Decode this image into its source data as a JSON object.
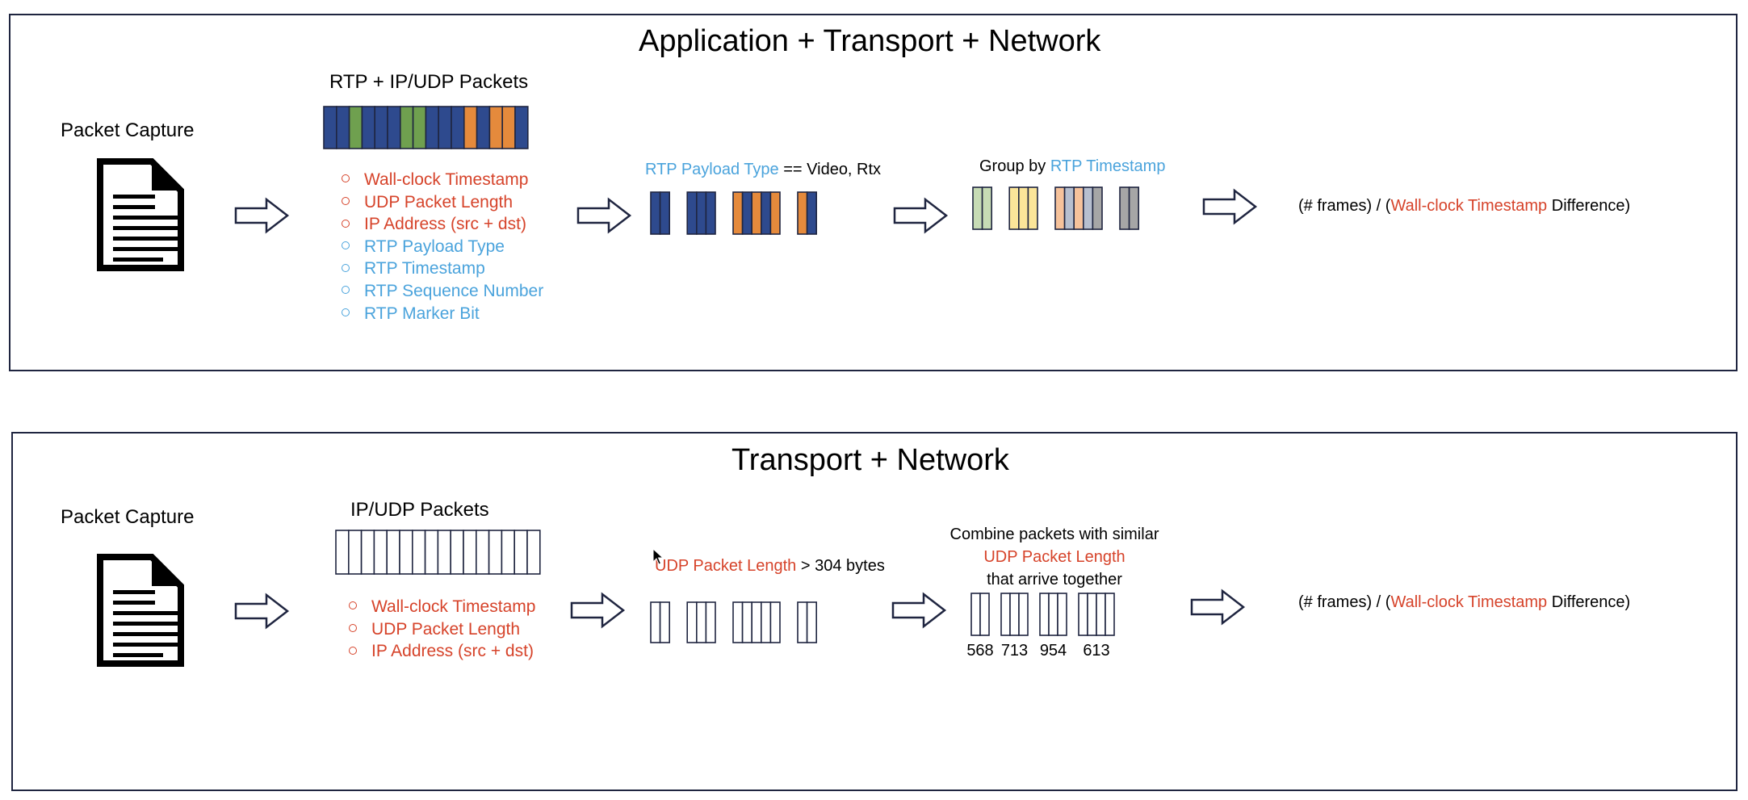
{
  "colors": {
    "border": "#1f2540",
    "red": "#d6432a",
    "blue": "#4aa3dc",
    "dark_blue": "#2e4a8e",
    "green": "#6fa04f",
    "orange": "#e58a3c",
    "light_green": "#c7dcb5",
    "light_yellow": "#fbe599",
    "light_orange": "#f6c29b",
    "light_blue_gray": "#b7bfcf",
    "gray": "#a6a6a6"
  },
  "panel1": {
    "title": "Application + Transport + Network",
    "capture_label": "Packet Capture",
    "packets_label": "RTP + IP/UDP Packets",
    "packet_strip_colors": [
      "dark_blue",
      "dark_blue",
      "green",
      "dark_blue",
      "dark_blue",
      "dark_blue",
      "green",
      "green",
      "dark_blue",
      "dark_blue",
      "dark_blue",
      "orange",
      "dark_blue",
      "orange",
      "orange",
      "dark_blue"
    ],
    "fields": [
      {
        "text": "Wall-clock Timestamp",
        "color": "red"
      },
      {
        "text": "UDP Packet Length",
        "color": "red"
      },
      {
        "text": "IP Address (src + dst)",
        "color": "red"
      },
      {
        "text": "RTP Payload Type",
        "color": "blue"
      },
      {
        "text": "RTP Timestamp",
        "color": "blue"
      },
      {
        "text": "RTP Sequence Number",
        "color": "blue"
      },
      {
        "text": "RTP Marker Bit",
        "color": "blue"
      }
    ],
    "filter": {
      "highlight": "RTP Payload Type",
      "rest": " == Video, Rtx"
    },
    "filter_groups": [
      [
        "dark_blue",
        "dark_blue"
      ],
      [
        "dark_blue",
        "dark_blue",
        "dark_blue"
      ],
      [
        "orange",
        "dark_blue",
        "orange",
        "dark_blue",
        "orange"
      ],
      [
        "orange",
        "dark_blue"
      ]
    ],
    "group_label": {
      "prefix": "Group by ",
      "highlight": "RTP Timestamp"
    },
    "grouped": [
      [
        "light_green",
        "light_green"
      ],
      [
        "light_yellow",
        "light_yellow",
        "light_yellow"
      ],
      [
        "light_orange",
        "light_blue_gray",
        "light_orange",
        "light_blue_gray",
        "gray"
      ],
      [
        "gray",
        "gray"
      ]
    ],
    "result": {
      "prefix": "(# frames) / (",
      "highlight": "Wall-clock Timestamp",
      "suffix": " Difference)"
    }
  },
  "panel2": {
    "title": "Transport + Network",
    "capture_label": "Packet Capture",
    "packets_label": "IP/UDP Packets",
    "packet_count": 16,
    "fields": [
      {
        "text": "Wall-clock Timestamp",
        "color": "red"
      },
      {
        "text": "UDP Packet Length",
        "color": "red"
      },
      {
        "text": "IP Address (src + dst)",
        "color": "red"
      }
    ],
    "filter": {
      "highlight": "UDP Packet Length",
      "rest": " > 304 bytes"
    },
    "filter_groups": [
      2,
      3,
      5,
      2
    ],
    "combine_label": {
      "line1": "Combine packets with similar",
      "line2": "UDP Packet Length",
      "line3": "that arrive together"
    },
    "combined_groups": [
      2,
      3,
      3,
      4
    ],
    "combined_values": [
      "568",
      "713",
      "954",
      "613"
    ],
    "result": {
      "prefix": "(# frames) / (",
      "highlight": "Wall-clock Timestamp",
      "suffix": " Difference)"
    }
  }
}
